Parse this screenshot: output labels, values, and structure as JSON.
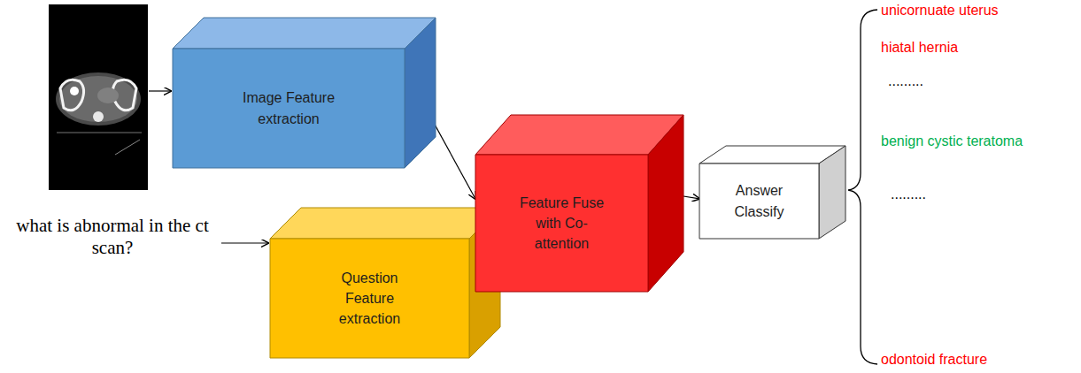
{
  "diagram": {
    "nodes": [
      {
        "text": [
          "Image Feature extraction"
        ]
      },
      {
        "text": [
          "Question Feature extraction"
        ]
      },
      {
        "text": [
          "Feature Fuse with Co-attention"
        ]
      },
      {
        "text": [
          "Answer Classify"
        ]
      }
    ],
    "edges": [
      {
        "from": 0,
        "to": 2,
        "arrow": "to"
      },
      {
        "from": 1,
        "to": 2,
        "arrow": "to"
      },
      {
        "from": 2,
        "to": 3,
        "arrow": "to"
      }
    ],
    "labels": [
      "what is abnormal in the ct scan?",
      "unicornuate uterus",
      "hiatal hernia",
      ".........",
      "benign cystic teratoma",
      ".........",
      "odontoid fracture"
    ]
  }
}
